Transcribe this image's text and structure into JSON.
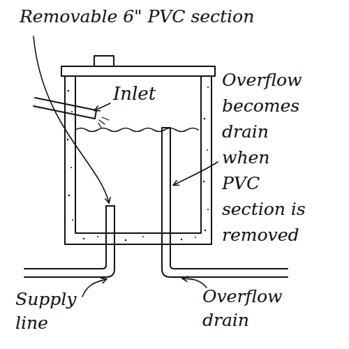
{
  "diagram": {
    "labels": [
      "Removable 6\" PVC section",
      "Inlet",
      "Overflow becomes drain when PVC section is removed",
      "Supply line",
      "Overflow drain"
    ]
  }
}
